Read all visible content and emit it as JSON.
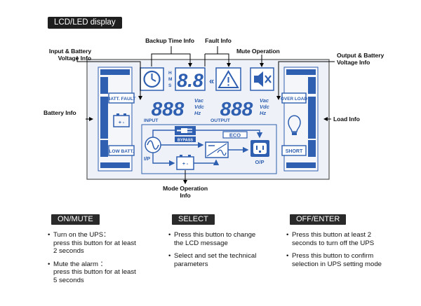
{
  "title": "LCD/LED display",
  "callouts": {
    "backup_time": "Backup Time Info",
    "fault": "Fault Info",
    "input_battery": "Input & Battery\nVoltage Info",
    "mute": "Mute Operation",
    "output_battery": "Output & Battery\nVoltage Info",
    "battery_info": "Battery Info",
    "load_info": "Load Info",
    "mode_operation": "Mode Operation\nInfo"
  },
  "lcd": {
    "time_digits": "8.8",
    "time_units": [
      "H",
      "M",
      "S"
    ],
    "arrows": "«",
    "input_digits": "888",
    "output_digits": "888",
    "input_units": [
      "Vac",
      "Vdc",
      "Hz"
    ],
    "output_units": [
      "Vac",
      "Vdc",
      "Hz"
    ],
    "input_label": "INPUT",
    "output_label": "OUTPUT",
    "batt_fault": "BATT. FAULT",
    "low_batt": "LOW BATT.",
    "over_load": "OVER LOAD",
    "short": "SHORT",
    "bypass": "BYPASS",
    "eco": "ECO",
    "ip": "I/P",
    "op": "O/P",
    "battery_sign": "+ -",
    "battery_sign2": "+ -"
  },
  "buttons": [
    {
      "label": "ON/MUTE",
      "items": [
        "Turn on the UPS：\npress this button for at least\n2 seconds",
        "Mute the alarm ：\npress this button for at least\n5 seconds"
      ]
    },
    {
      "label": "SELECT",
      "items": [
        "Press this button to change\nthe LCD message",
        "Select and set the technical\nparameters"
      ]
    },
    {
      "label": "OFF/ENTER",
      "items": [
        "Press this button at least 2\nseconds to turn off the UPS",
        "Press this button to confirm\nselection in UPS setting mode"
      ]
    }
  ],
  "colors": {
    "lcd_blue": "#2f5fb0",
    "lcd_light": "#dce6f4",
    "badge": "#1f1f1f"
  }
}
